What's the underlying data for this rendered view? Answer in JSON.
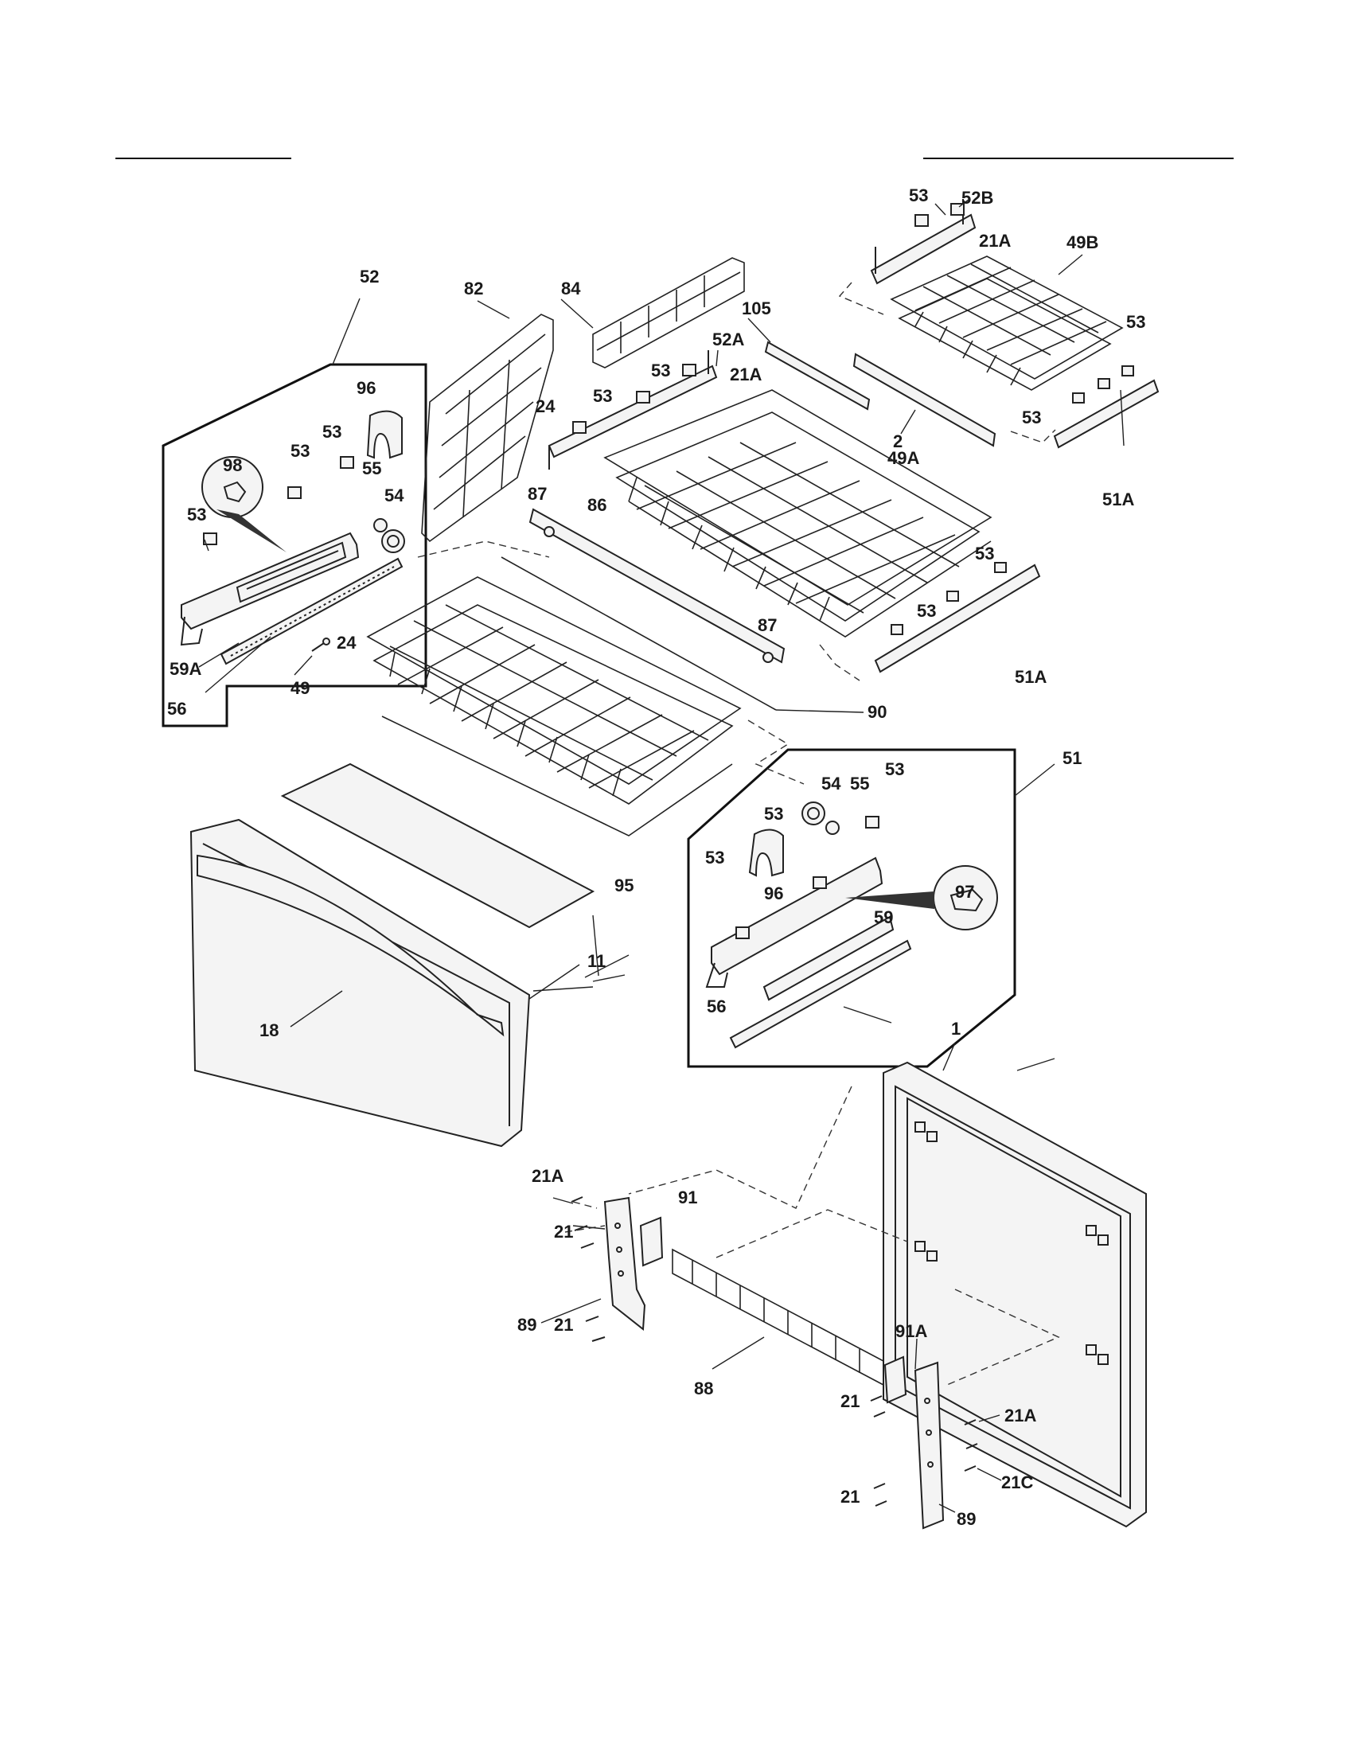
{
  "labels": {
    "l52": "52",
    "l96a": "96",
    "l98": "98",
    "l53a": "53",
    "l53b": "53",
    "l53c": "53",
    "l55a": "55",
    "l54a": "54",
    "l59a": "59A",
    "l56a": "56",
    "l49": "49",
    "l24a": "24",
    "l82": "82",
    "l84": "84",
    "l105": "105",
    "l52a": "52A",
    "l21a1": "21A",
    "l53d": "53",
    "l53e": "53",
    "l24b": "24",
    "l87a": "87",
    "l86": "86",
    "l49a": "49A",
    "l87b": "87",
    "l53f": "53",
    "l53g": "53",
    "l51a1": "51A",
    "l90": "90",
    "l2": "2",
    "l53h": "53",
    "l52b": "52B",
    "l21a2": "21A",
    "l49b": "49B",
    "l53i": "53",
    "l53j": "53",
    "l51a2": "51A",
    "l51": "51",
    "l54b": "54",
    "l55b": "55",
    "l53k": "53",
    "l53l": "53",
    "l53m": "53",
    "l96b": "96",
    "l97": "97",
    "l59": "59",
    "l56b": "56",
    "l95": "95",
    "l11": "11",
    "l18": "18",
    "l1": "1",
    "l21a3": "21A",
    "l91": "91",
    "l21a": "21",
    "l89a": "89",
    "l21b": "21",
    "l88": "88",
    "l91a": "91A",
    "l21c": "21",
    "l21a4": "21A",
    "l21cc": "21C",
    "l21d": "21",
    "l89b": "89"
  }
}
